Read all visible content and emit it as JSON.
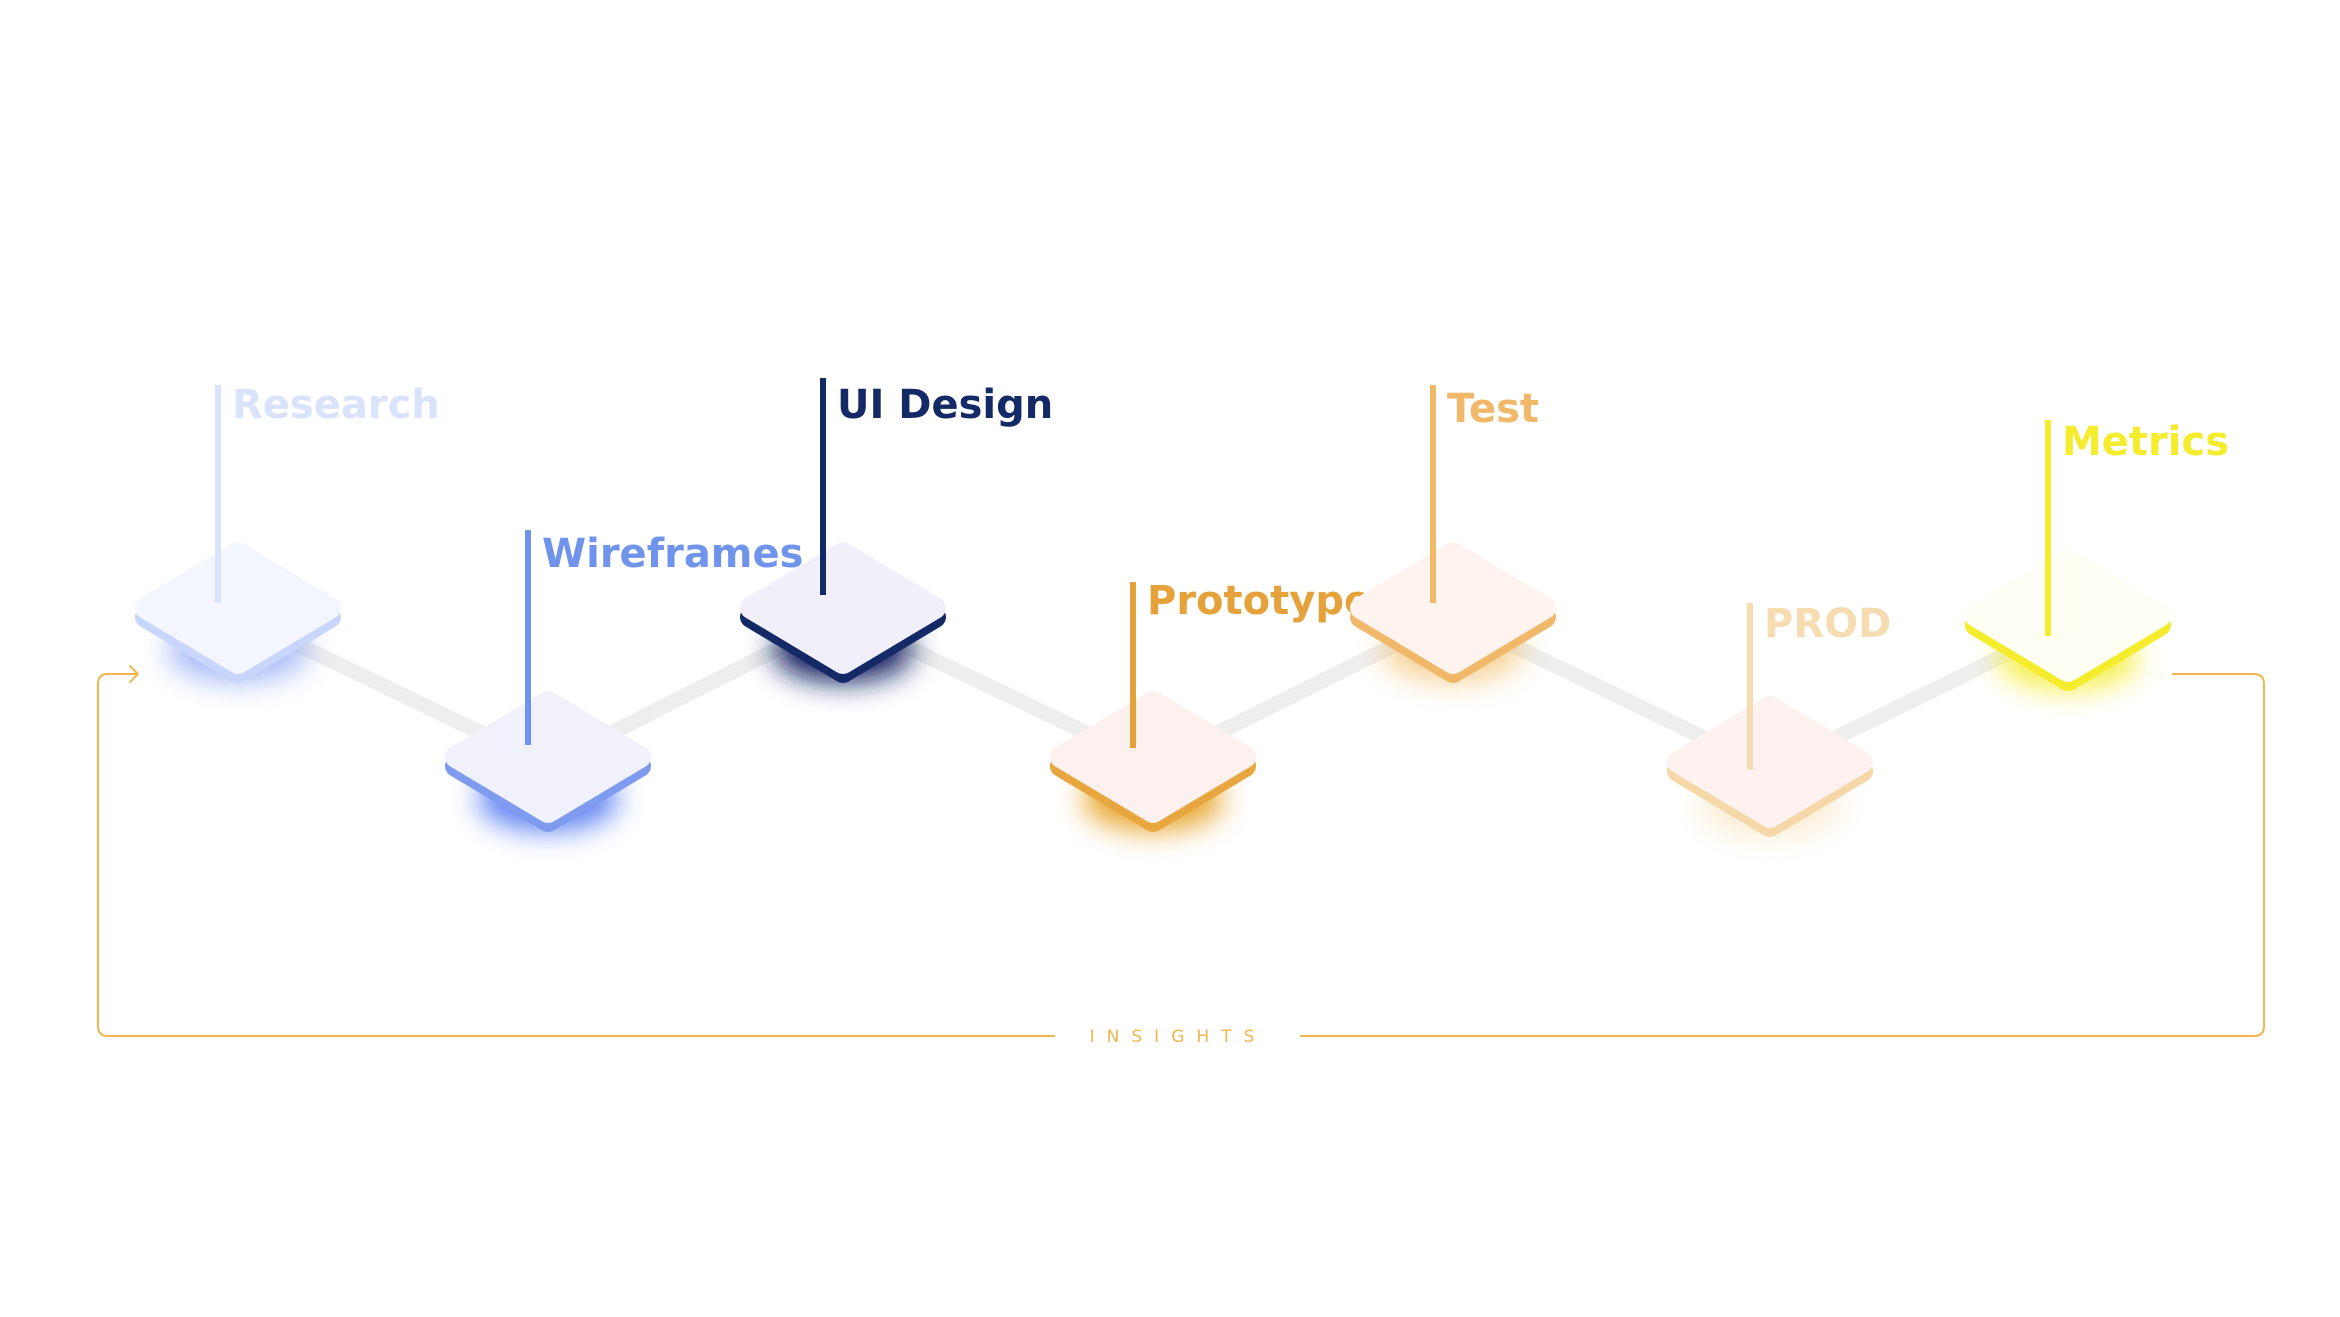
{
  "stages": [
    {
      "label": "Research",
      "color": "#D9E3FB",
      "tile": "#F3F6FE",
      "edge": "#C7D6FA",
      "glow": "#5B7FF0",
      "glowOpacity": 0.55
    },
    {
      "label": "Wireframes",
      "color": "#7094EC",
      "tile": "#F1F1FC",
      "edge": "#7E9BEF",
      "glow": "#3F6BF0",
      "glowOpacity": 0.85
    },
    {
      "label": "UI Design",
      "color": "#142A66",
      "tile": "#F1EFFA",
      "edge": "#142A66",
      "glow": "#0C1F5E",
      "glowOpacity": 1.0
    },
    {
      "label": "Prototype",
      "color": "#E6A23A",
      "tile": "#FDF1EF",
      "edge": "#E8A63F",
      "glow": "#E6A020",
      "glowOpacity": 0.95
    },
    {
      "label": "Test",
      "color": "#F0B868",
      "tile": "#FEF3EF",
      "edge": "#F0B868",
      "glow": "#F1B450",
      "glowOpacity": 0.6
    },
    {
      "label": "PROD",
      "color": "#F6DDB1",
      "tile": "#FDF2EF",
      "edge": "#F6D8A8",
      "glow": "#F4D39A",
      "glowOpacity": 0.45
    },
    {
      "label": "Metrics",
      "color": "#F4EC2C",
      "tile": "#FFFEF4",
      "edge": "#F4EC2C",
      "glow": "#F4EC2C",
      "glowOpacity": 0.85
    }
  ],
  "feedback": {
    "label": "INSIGHTS",
    "color": "#F3B54D"
  },
  "connectorColor": "#EEEEEE"
}
